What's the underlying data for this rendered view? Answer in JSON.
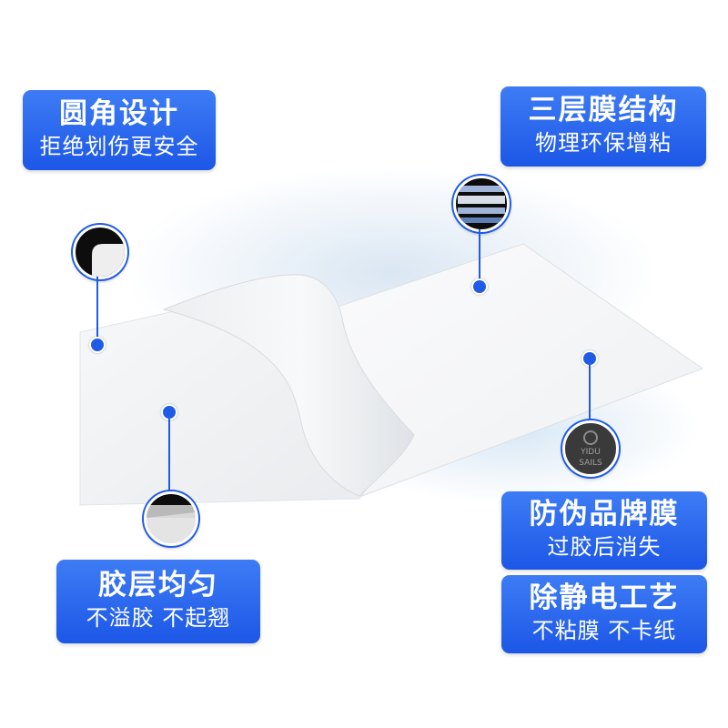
{
  "features": {
    "round_corner": {
      "title": "圆角设计",
      "subtitle": "拒绝划伤更安全"
    },
    "three_layer": {
      "title": "三层膜结构",
      "subtitle": "物理环保增粘"
    },
    "even_glue": {
      "title": "胶层均匀",
      "subtitle": "不溢胶 不起翘"
    },
    "anti_fake": {
      "title": "防伪品牌膜",
      "subtitle": "过胶后消失"
    },
    "anti_static": {
      "title": "除静电工艺",
      "subtitle": "不粘膜 不卡纸"
    }
  },
  "brand_watermark": {
    "line1": "YIDU",
    "line2": "SAILS"
  },
  "icons": {
    "corner": "rounded-corner-icon",
    "layers": "film-layers-icon",
    "glue": "glue-layer-icon",
    "watermark": "brand-watermark-icon"
  },
  "colors": {
    "accent": "#1f5be6",
    "label_top": "#3d7cf5",
    "label_bottom": "#1c57e6"
  }
}
